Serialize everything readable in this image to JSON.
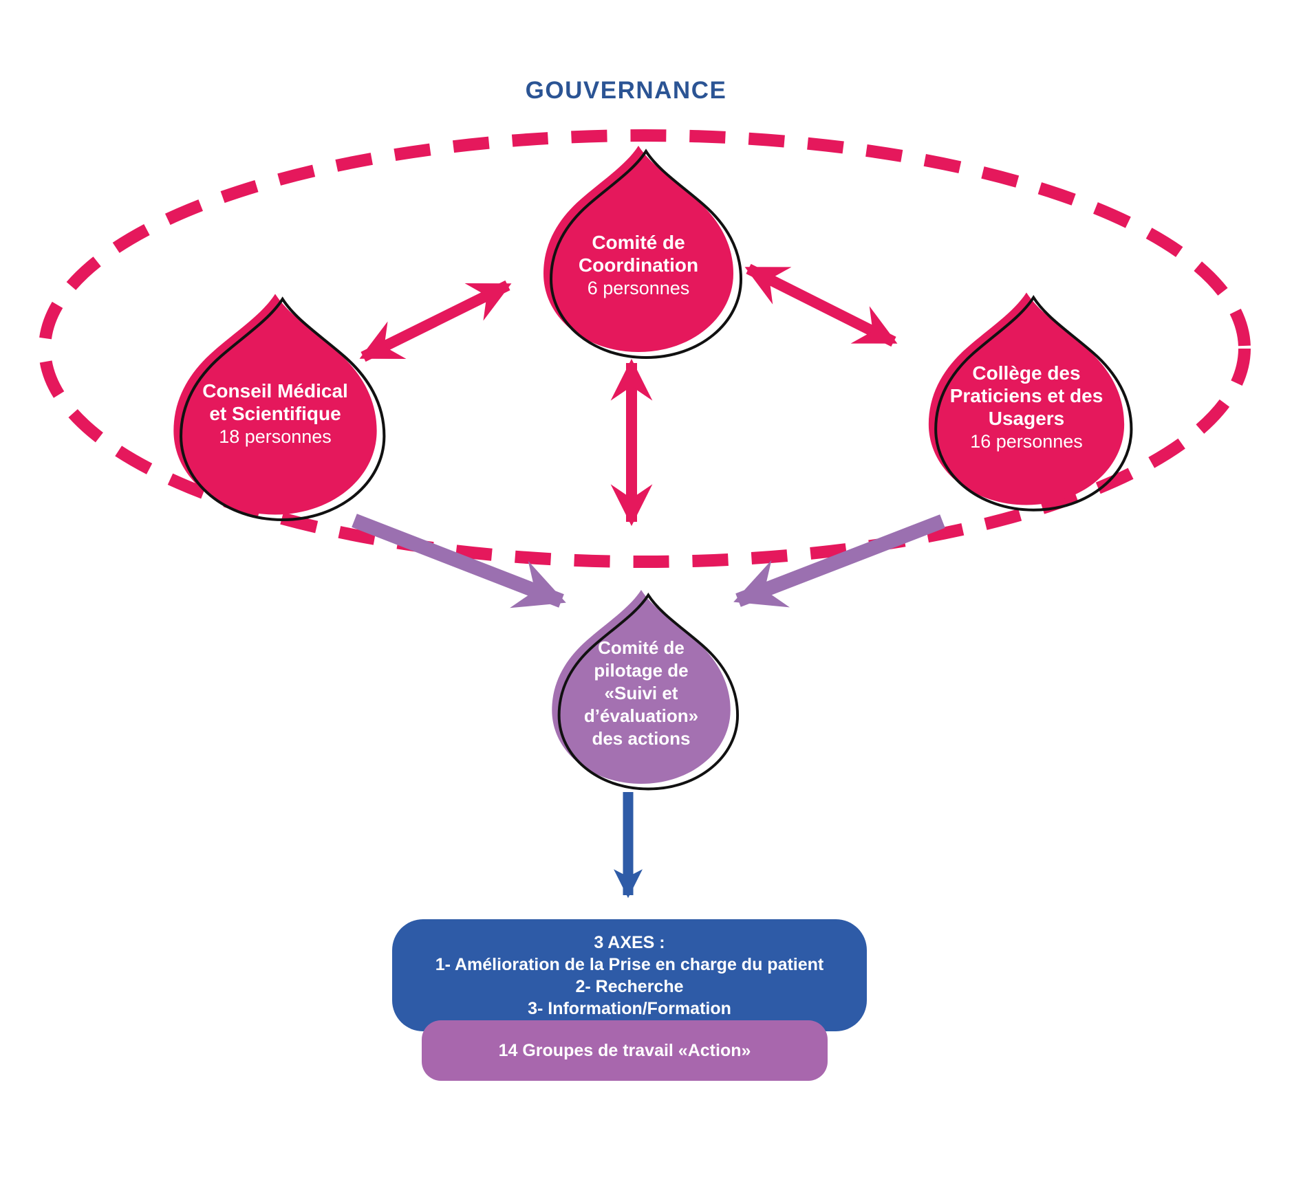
{
  "title": "GOUVERNANCE",
  "colors": {
    "pink": "#E5185C",
    "purpleDrop": "#A471B1",
    "purpleArrow": "#9B70B0",
    "purpleBox": "#A867AD",
    "blue": "#2E5BA7",
    "titleBlue": "#2B5494",
    "outline": "#111111",
    "textWhite": "#FFFFFF"
  },
  "drops": {
    "coordination": {
      "name": "Comité de Coordination",
      "count": "6 personnes"
    },
    "conseil": {
      "name": "Conseil Médical et Scientifique",
      "count": "18 personnes"
    },
    "college": {
      "name": "Collège des Praticiens et des Usagers",
      "count": "16 personnes"
    },
    "pilotage": {
      "name": "Comité de pilotage de «Suivi et d’évaluation» des actions"
    }
  },
  "axes_box": {
    "heading": "3 AXES :",
    "items": [
      "1- Amélioration de la Prise en charge du patient",
      "2- Recherche",
      "3- Information/Formation"
    ]
  },
  "workgroups_box": {
    "label": "14 Groupes de travail «Action»"
  }
}
